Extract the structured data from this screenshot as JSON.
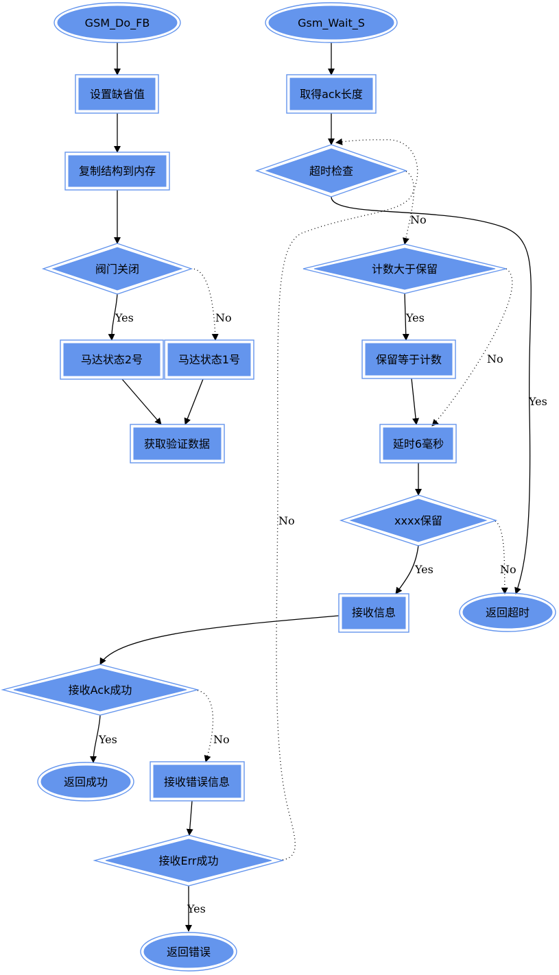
{
  "colors": {
    "node_fill": "#6495ED",
    "node_border": "#6495ED",
    "edge": "#000000",
    "background": "#ffffff"
  },
  "nodes": {
    "gsm_do_fb": "GSM_Do_FB",
    "set_default": "设置缺省值",
    "copy_struct": "复制结构到内存",
    "valve_closed": "阀门关闭",
    "motor_state_2": "马达状态2号",
    "motor_state_1": "马达状态1号",
    "get_verify_data": "获取验证数据",
    "gsm_wait_s": "Gsm_Wait_S",
    "get_ack_length": "取得ack长度",
    "timeout_check": "超时检查",
    "count_gt_reserve": "计数大于保留",
    "reserve_eq_count": "保留等于计数",
    "delay_6ms": "延时6毫秒",
    "xxxx_reserve": "xxxx保留",
    "return_timeout": "返回超时",
    "receive_info": "接收信息",
    "receive_ack_ok": "接收Ack成功",
    "return_success": "返回成功",
    "receive_error_info": "接收错误信息",
    "receive_err_ok": "接收Err成功",
    "return_error": "返回错误"
  },
  "edge_labels": {
    "valve_yes": "Yes",
    "valve_no": "No",
    "timeout_no": "No",
    "timeout_yes": "Yes",
    "count_yes": "Yes",
    "count_no": "No",
    "xxxx_yes": "Yes",
    "xxxx_no": "No",
    "ack_yes": "Yes",
    "ack_no": "No",
    "err_yes": "Yes",
    "err_no": "No"
  }
}
